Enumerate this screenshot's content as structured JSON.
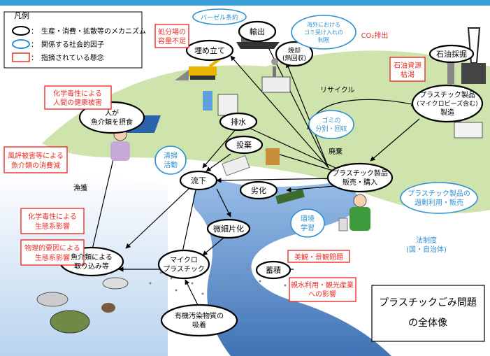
{
  "legend": {
    "title": "凡例",
    "items": [
      {
        "label": "：　生産・消費・拡散等のメカニズム"
      },
      {
        "label": "：　関係する社会的因子"
      },
      {
        "label": "：　指摘されている懸念"
      }
    ]
  },
  "mechanisms": {
    "burial": "埋め立て",
    "export": "輸出",
    "incineration": [
      "焼却",
      "(熱回収)"
    ],
    "oil_extraction": "石油採掘",
    "products": [
      "プラスチック製品",
      "(マイクロビーズ含む)",
      "製造"
    ],
    "drainage": "排水",
    "dumping": "投棄",
    "sales": [
      "プラスチック製品",
      "販売・購入"
    ],
    "degradation": "劣化",
    "runoff": "流下",
    "fragmentation": "微細片化",
    "microplastic": [
      "マイクロ",
      "プラスチック"
    ],
    "accumulation": "蓄積",
    "fish_uptake": [
      "魚介類による",
      "取り込み等"
    ],
    "adsorption": [
      "有機汚染物質の",
      "吸着"
    ],
    "human": [
      "人が",
      "魚介類を摂食"
    ]
  },
  "social_factors": {
    "basel": "バーゼル条約",
    "overseas": [
      "海外における",
      "ゴミ受け入れの",
      "制限"
    ],
    "collection": [
      "ゴミの",
      "分別・回収"
    ],
    "cleanup": [
      "清掃",
      "活動"
    ],
    "education": [
      "環境",
      "学習"
    ],
    "overuse": [
      "プラスチック製品の",
      "過剰利用・販売"
    ],
    "law": [
      "法制度",
      "(国・自治体)"
    ]
  },
  "concerns": {
    "landfill": [
      "処分場の",
      "容量不足"
    ],
    "co2": "CO₂排出",
    "oil_depletion": [
      "石油資源",
      "枯渇"
    ],
    "human_health": [
      "化学毒性による",
      "人間の健康被害"
    ],
    "reputation": [
      "風評被害等による",
      "魚介類の消費減"
    ],
    "chem_eco": [
      "化学毒性による",
      "生態系影響"
    ],
    "phys_eco": [
      "物理的要因による",
      "生態系影響"
    ],
    "scenery": "美観・景観問題",
    "tourism": [
      "親水利用・観光産業",
      "への影響"
    ]
  },
  "flow_labels": {
    "recycle": "リサイクル",
    "discard": "廃棄",
    "fishing": "漁獲"
  },
  "title": [
    "プラスチックごみ問題",
    "の全体像"
  ],
  "colors": {
    "mechanism": "#000000",
    "social": "#2e8fd1",
    "concern": "#e8302a",
    "river": "#2f6fb5",
    "land": "#c9dfa6",
    "header_bar": "#3aa0d8"
  },
  "icons": [
    "excavator-icon",
    "ship-icon",
    "factory-icon",
    "oil-rig-icon",
    "person-icon",
    "solar-panel-icon",
    "fish-icon",
    "turtle-icon",
    "shopper-icon",
    "sign-icon"
  ]
}
